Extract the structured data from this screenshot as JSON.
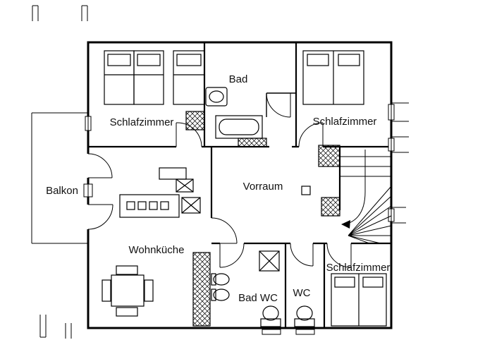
{
  "labels": {
    "bad": "Bad",
    "schlafzimmer_top_left": "Schlafzimmer",
    "schlafzimmer_top_right": "Schlafzimmer",
    "balkon": "Balkon",
    "vorraum": "Vorraum",
    "wohnkueche": "Wohnküche",
    "bad_wc": "Bad WC",
    "wc": "WC",
    "schlafzimmer_bottom": "Schlafzimmer"
  },
  "colors": {
    "wall": "#000000",
    "background": "#ffffff",
    "text": "#111111"
  }
}
